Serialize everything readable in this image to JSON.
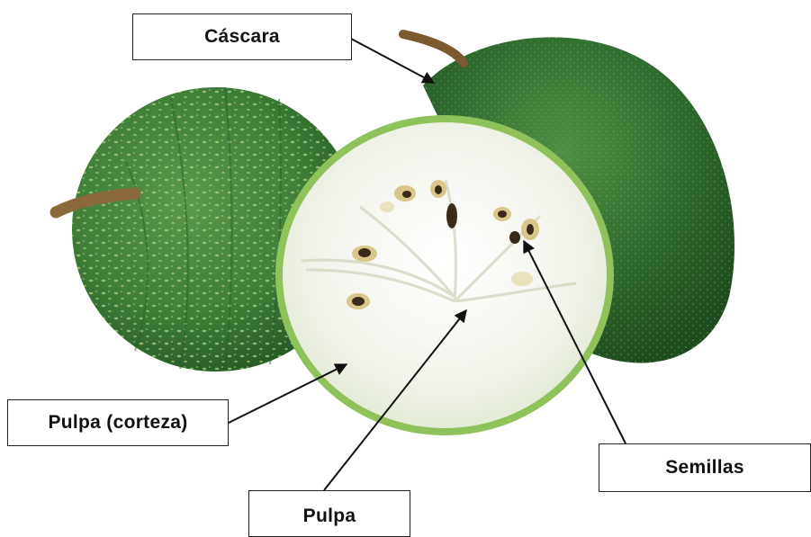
{
  "labels": {
    "cascara": "Cáscara",
    "pulpa_corteza": "Pulpa (corteza)",
    "semillas": "Semillas",
    "pulpa": "Pulpa"
  },
  "colors": {
    "rind_dark": "#2f6b2f",
    "rind_mid": "#3f8a3a",
    "rind_speckle": "#a9c878",
    "flesh": "#f1f3ea",
    "flesh_edge": "#8fc25a",
    "seed": "#3a2a1a",
    "seed_halo": "#d9c68a",
    "stem": "#8a6a3a",
    "arrow": "#111111"
  }
}
